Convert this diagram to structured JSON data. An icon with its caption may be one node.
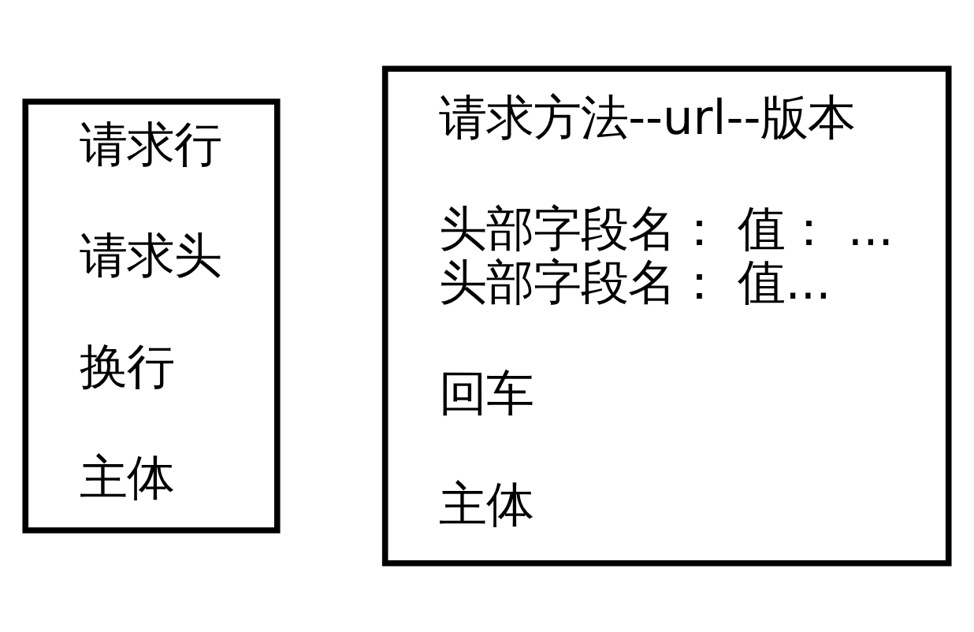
{
  "diagram": {
    "nodes": [
      {
        "text": [
          "请求行",
          "请求头",
          "换行",
          "主体"
        ]
      },
      {
        "text": [
          "请求方法--url--版本",
          "头部字段名： 值： ...",
          "头部字段名： 值...",
          "回车",
          "主体"
        ]
      }
    ]
  }
}
